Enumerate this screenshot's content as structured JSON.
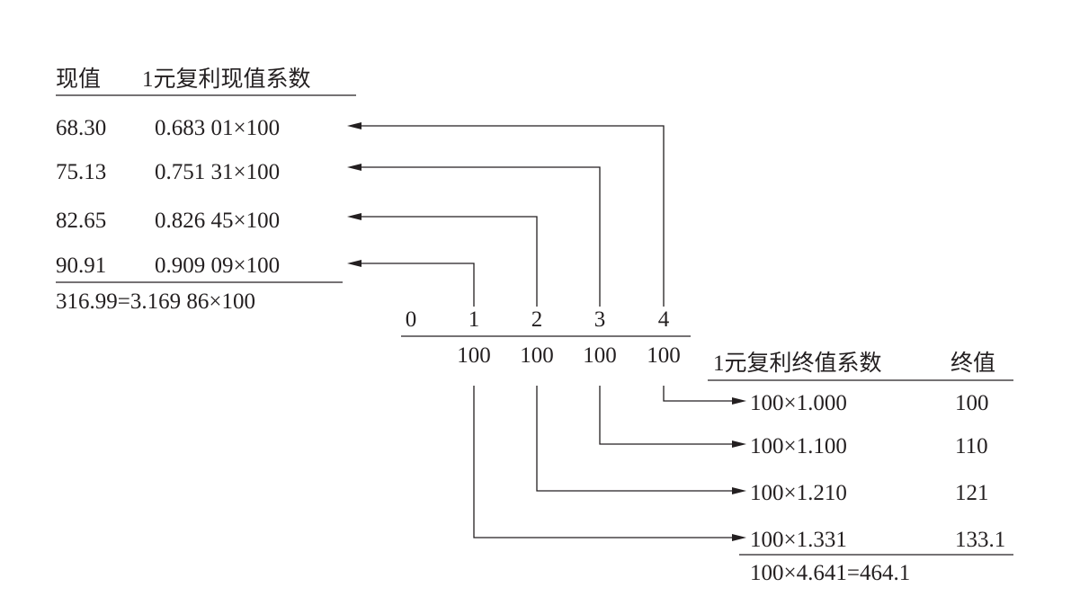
{
  "present_value": {
    "header": {
      "value_label": "现值",
      "factor_label": "1元复利现值系数"
    },
    "rows": [
      {
        "value": "68.30",
        "factor": "0.683 01×100"
      },
      {
        "value": "75.13",
        "factor": "0.751 31×100"
      },
      {
        "value": "82.65",
        "factor": "0.826 45×100"
      },
      {
        "value": "90.91",
        "factor": "0.909 09×100"
      }
    ],
    "total": "316.99=3.169 86×100"
  },
  "timeline": {
    "periods": [
      "0",
      "1",
      "2",
      "3",
      "4"
    ],
    "payments": [
      "100",
      "100",
      "100",
      "100"
    ]
  },
  "future_value": {
    "header": {
      "factor_label": "1元复利终值系数",
      "value_label": "终值"
    },
    "rows": [
      {
        "factor": "100×1.000",
        "value": "100"
      },
      {
        "factor": "100×1.100",
        "value": "110"
      },
      {
        "factor": "100×1.210",
        "value": "121"
      },
      {
        "factor": "100×1.331",
        "value": "133.1"
      }
    ],
    "total": "100×4.641=464.1"
  },
  "colors": {
    "ink": "#231f20",
    "background": "#ffffff"
  }
}
